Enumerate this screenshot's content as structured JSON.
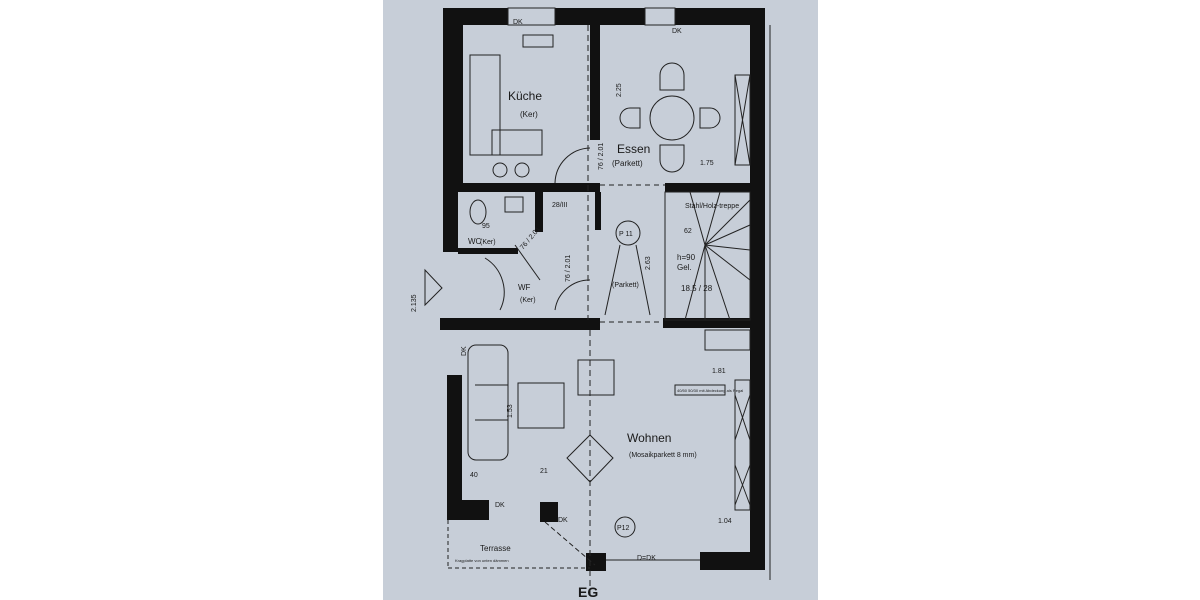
{
  "floor_label": "EG",
  "colors": {
    "paper": "#c7ced8",
    "wall": "#111111",
    "line": "#222222"
  },
  "rooms": {
    "kitchen": {
      "name": "Küche",
      "floor": "(Ker)"
    },
    "dining": {
      "name": "Essen",
      "floor": "(Parkett)"
    },
    "wc": {
      "name": "WC",
      "floor": "(Ker)"
    },
    "wf": {
      "name": "WF",
      "floor": "(Ker)"
    },
    "hall": {
      "floor": "(Parkett)",
      "marker": "P 11"
    },
    "stairs": {
      "name": "Stahl/Holz-treppe",
      "height": "h=90",
      "rail": "Gel.",
      "ratio": "18.5 / 28"
    },
    "living": {
      "name": "Wohnen",
      "floor": "(Mosaikparkett 8 mm)",
      "marker": "P12"
    },
    "terrace": {
      "name": "Terrasse",
      "note": "Kragplatte von unten dämmen"
    }
  },
  "annotations": {
    "dk": "DK",
    "d_dk": "D=DK",
    "entrance_height": "2.135",
    "door_kitchen": "76 / 2.01",
    "door_wc": "76 / 2.01",
    "door_wf": "76 / 2.01",
    "dim_225": "2.25",
    "dim_175": "1.75",
    "dim_263": "2.63",
    "dim_28": "28/III",
    "dim_181": "1.81",
    "dim_104": "1.04",
    "dim_153": "1.53",
    "dim_40": "40",
    "dim_21": "21",
    "dim_62": "62",
    "dim_95": "95",
    "beam_note": "40/50 50/30 mit Abdeckung als Regal"
  }
}
